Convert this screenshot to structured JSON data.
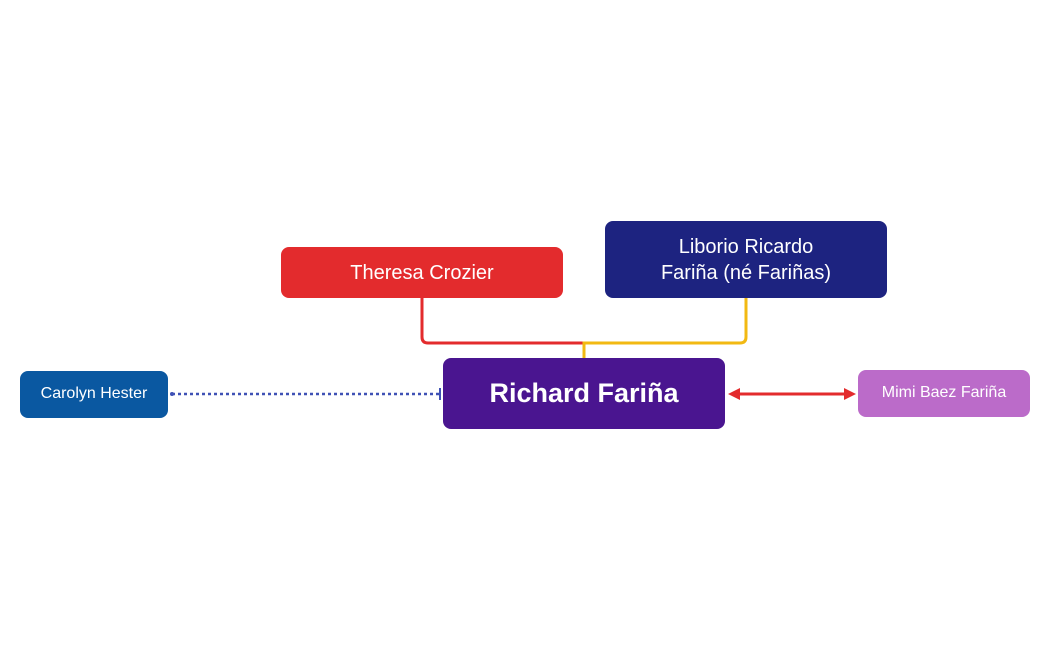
{
  "diagram": {
    "center": {
      "label": "Richard Fariña",
      "color": "#4a1590"
    },
    "parents": [
      {
        "key": "mother",
        "label": "Theresa Crozier",
        "color": "#e32b2d",
        "line_color": "#e32b2d"
      },
      {
        "key": "father",
        "label": "Liborio Ricardo\nFariña (né Fariñas)",
        "color": "#1d2380",
        "line_color": "#f2b912"
      }
    ],
    "relations": [
      {
        "key": "left",
        "label": "Carolyn Hester",
        "color": "#0a58a1",
        "line_color": "#3f51b5",
        "line_style": "dotted"
      },
      {
        "key": "right",
        "label": "Mimi Baez Fariña",
        "color": "#bb6bc9",
        "line_color": "#e32b2d",
        "line_style": "solid-arrows"
      }
    ]
  }
}
